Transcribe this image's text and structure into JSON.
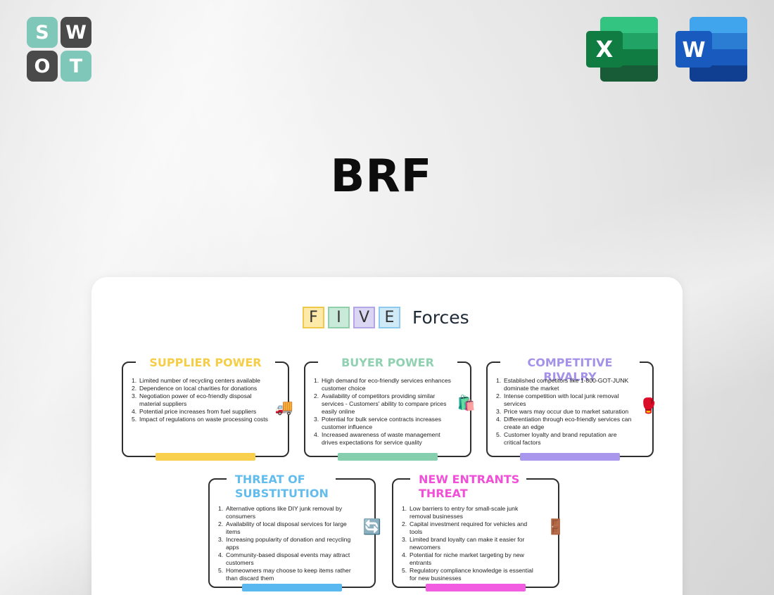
{
  "logo": {
    "letters": [
      "S",
      "W",
      "O",
      "T"
    ]
  },
  "icons": {
    "excel_letter": "X",
    "word_letter": "W"
  },
  "title": "BRF",
  "document": {
    "header_letters": [
      "F",
      "I",
      "V",
      "E"
    ],
    "header_word": "Forces",
    "boxes": [
      {
        "title": "SUPPLIER POWER",
        "emoji": "🚚",
        "items": [
          "Limited number of recycling centers available",
          "Dependence on local charities for donations",
          "Negotiation power of eco-friendly disposal material suppliers",
          "Potential price increases from fuel suppliers",
          "Impact of regulations on waste processing costs"
        ]
      },
      {
        "title": "BUYER POWER",
        "emoji": "🛍️",
        "items": [
          "High demand for eco-friendly services enhances customer choice",
          "Availability of competitors providing similar services  - Customers' ability to compare prices easily online",
          "Potential for bulk service contracts increases customer influence",
          "Increased awareness of waste management drives expectations for service quality"
        ]
      },
      {
        "title": "COMPETITIVE RIVALRY",
        "emoji": "🥊",
        "items": [
          "Established competitors like 1-800-GOT-JUNK dominate the market",
          "Intense competition with local junk removal services",
          "Price wars may occur due to market saturation",
          "Differentiation through eco-friendly services can create an edge",
          "Customer loyalty and brand reputation are critical factors"
        ]
      },
      {
        "title_lines": [
          "THREAT OF",
          "SUBSTITUTION"
        ],
        "emoji": "🔄",
        "items": [
          "Alternative options like DIY junk removal by consumers",
          "Availability of local disposal services for large items",
          "Increasing popularity of donation and recycling apps",
          "Community-based disposal events may attract customers",
          "Homeowners may choose to keep items rather than discard them"
        ]
      },
      {
        "title_lines": [
          "NEW ENTRANTS",
          "THREAT"
        ],
        "emoji": "🚪",
        "items": [
          "Low barriers to entry for small-scale junk removal businesses",
          "Capital investment required for vehicles and tools",
          "Limited brand loyalty can make it easier for newcomers",
          "Potential for niche market targeting by new entrants",
          "Regulatory compliance knowledge is essential for new businesses"
        ]
      }
    ]
  }
}
